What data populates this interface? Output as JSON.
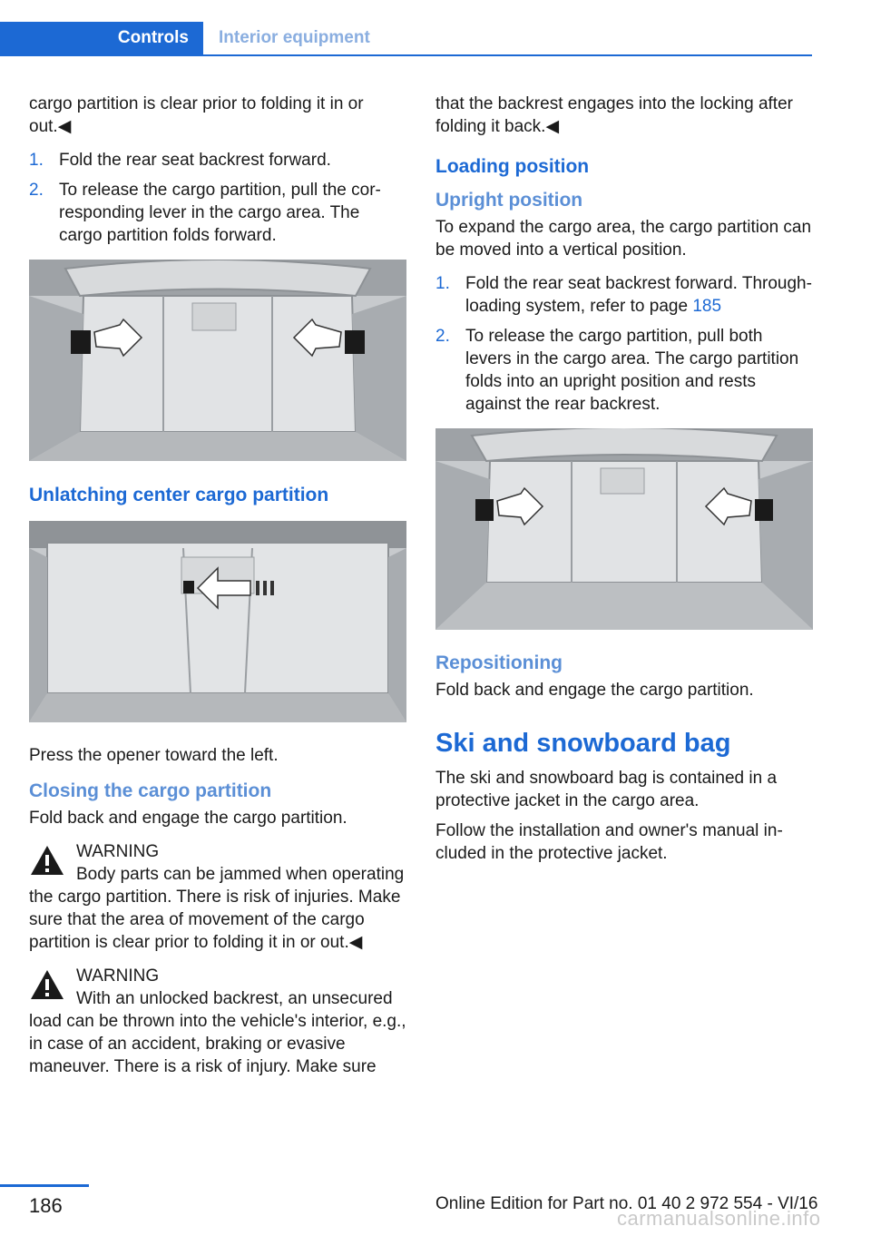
{
  "header": {
    "tab_active": "Controls",
    "tab_inactive": "Interior equipment"
  },
  "left": {
    "intro": "cargo partition is clear prior to folding it in or out.◀",
    "steps": [
      {
        "num": "1.",
        "text": "Fold the rear seat backrest forward."
      },
      {
        "num": "2.",
        "text": "To release the cargo partition, pull the cor­responding lever in the cargo area. The cargo partition folds forward."
      }
    ],
    "heading_unlatch": "Unlatching center cargo partition",
    "press_text": "Press the opener toward the left.",
    "heading_closing": "Closing the cargo partition",
    "closing_text": "Fold back and engage the cargo partition.",
    "warning1_title": "WARNING",
    "warning1_text": "Body parts can be jammed when operat­ing the cargo partition. There is risk of injuries. Make sure that the area of movement of the cargo partition is clear prior to folding it in or out.◀",
    "warning2_title": "WARNING",
    "warning2_text": "With an unlocked backrest, an unsecured load can be thrown into the vehicle's interior, e.g., in case of an accident, braking or evasive maneuver. There is a risk of injury. Make sure"
  },
  "right": {
    "intro": "that the backrest engages into the locking af­ter folding it back.◀",
    "heading_loading": "Loading position",
    "heading_upright": "Upright position",
    "upright_text": "To expand the cargo area, the cargo partition can be moved into a vertical position.",
    "step1_num": "1.",
    "step1_text": "Fold the rear seat backrest forward. Through-loading system, refer to page ",
    "step1_page": "185",
    "step2_num": "2.",
    "step2_text": "To release the cargo partition, pull both levers in the cargo area. The cargo parti­tion folds into an upright position and rests against the rear backrest.",
    "heading_reposition": "Repositioning",
    "reposition_text": "Fold back and engage the cargo partition.",
    "heading_ski": "Ski and snowboard bag",
    "ski_text1": "The ski and snowboard bag is contained in a protective jacket in the cargo area.",
    "ski_text2": "Follow the installation and owner's manual in­cluded in the protective jacket."
  },
  "footer": {
    "page_number": "186",
    "edition": "Online Edition for Part no. 01 40 2 972 554 - VI/16",
    "watermark": "carmanualsonline.info"
  },
  "colors": {
    "accent": "#1c69d4",
    "sub_heading": "#5b8fd6"
  }
}
